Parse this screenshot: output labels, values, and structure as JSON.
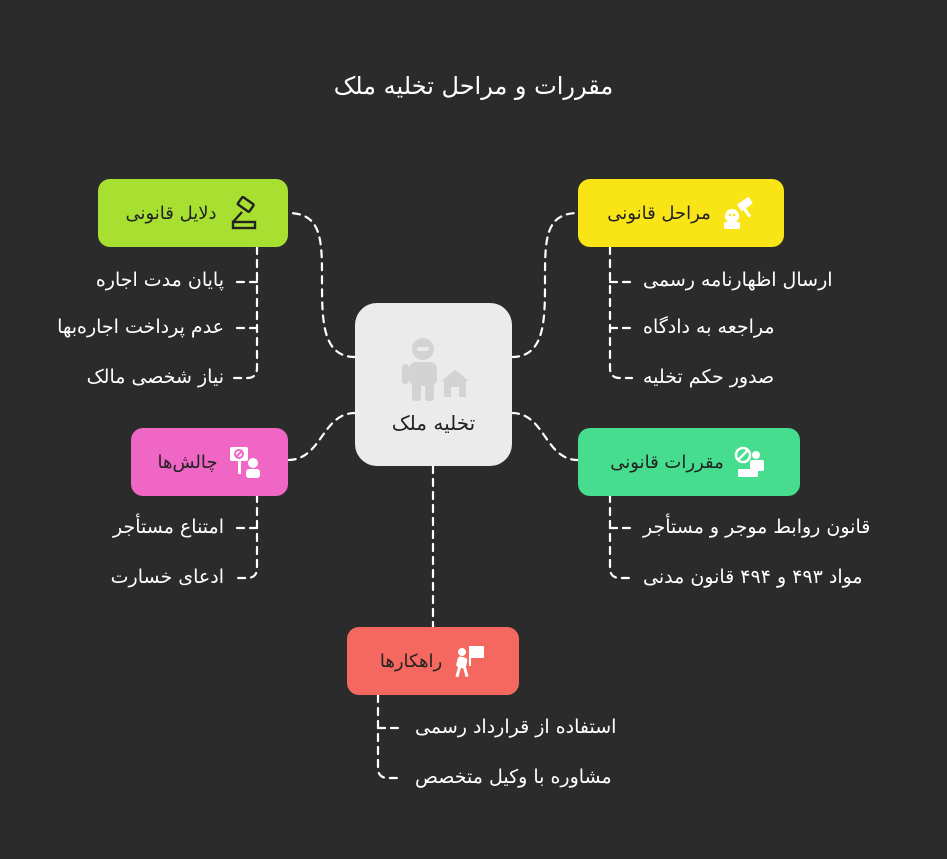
{
  "title": "مقررات و مراحل تخلیه ملک",
  "center": {
    "label": "تخلیه ملک",
    "icon": "person-house-icon"
  },
  "branches": {
    "legal_steps": {
      "label": "مراحل قانونی",
      "color": "#f9e416",
      "icon": "gavel-person-icon",
      "items": [
        "ارسال اظهارنامه رسمی",
        "مراجعه به دادگاه",
        "صدور حکم تخلیه"
      ]
    },
    "legal_regulations": {
      "label": "مقررات قانونی",
      "color": "#46dd8e",
      "icon": "forbidden-person-icon",
      "items": [
        "قانون روابط موجر و مستأجر",
        "مواد ۴۹۳ و ۴۹۴ قانون مدنی"
      ]
    },
    "legal_reasons": {
      "label": "دلایل قانونی",
      "color": "#a8e032",
      "icon": "gavel-icon",
      "items": [
        "پایان مدت اجاره",
        "عدم پرداخت اجاره‌بها",
        "نیاز شخصی مالک"
      ]
    },
    "challenges": {
      "label": "چالش‌ها",
      "color": "#f066c4",
      "icon": "protest-sign-icon",
      "items": [
        "امتناع مستأجر",
        "ادعای خسارت"
      ]
    },
    "solutions": {
      "label": "راهکارها",
      "color": "#f56860",
      "icon": "person-flag-icon",
      "items": [
        "استفاده از قرارداد رسمی",
        "مشاوره با وکیل متخصص"
      ]
    }
  }
}
